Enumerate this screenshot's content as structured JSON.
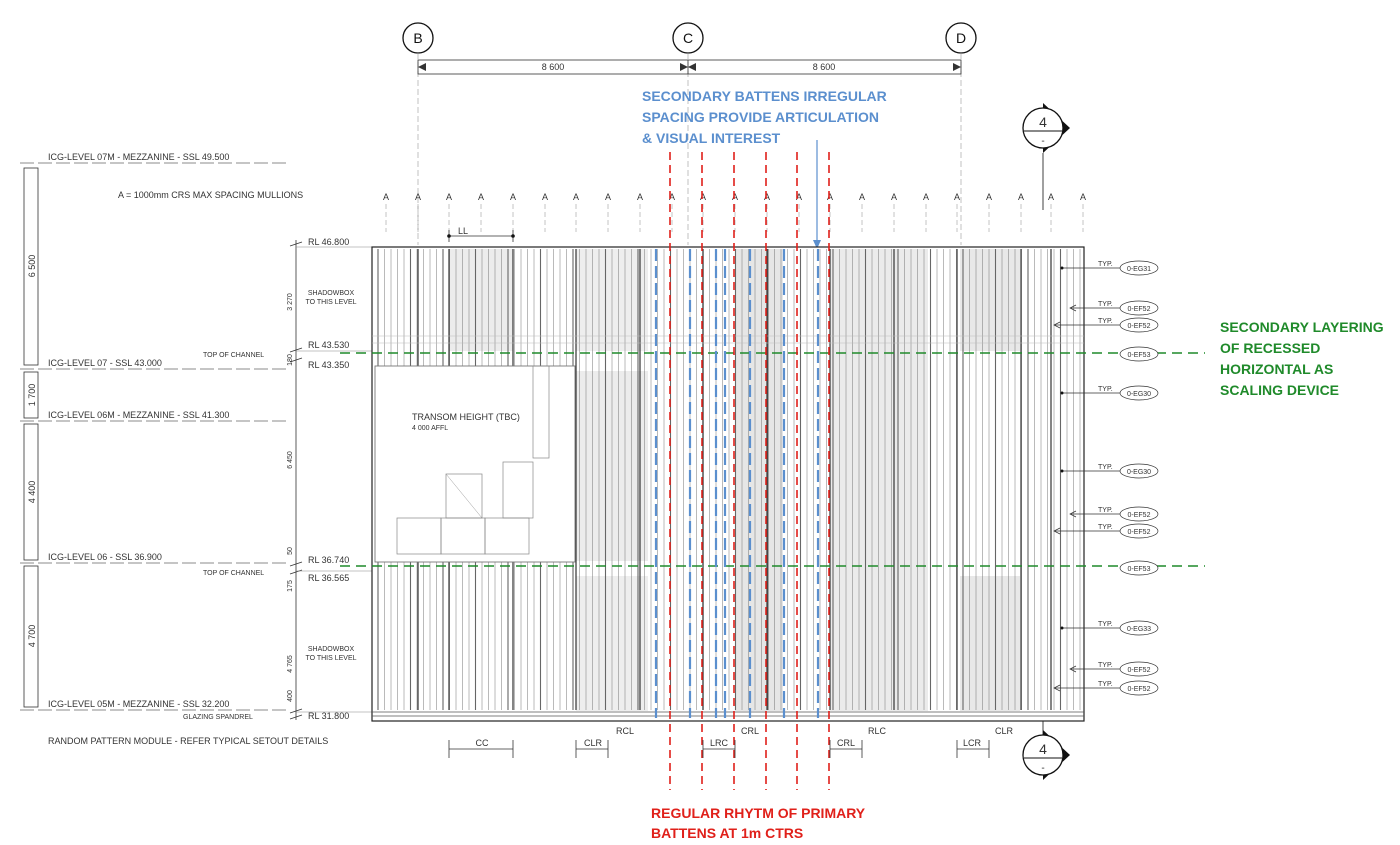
{
  "grid": {
    "b": "B",
    "c": "C",
    "d": "D",
    "dim_bc": "8 600",
    "dim_cd": "8 600"
  },
  "annotations": {
    "blue": [
      "SECONDARY BATTENS IRREGULAR",
      "SPACING PROVIDE ARTICULATION",
      "& VISUAL INTEREST"
    ],
    "green": [
      "SECONDARY LAYERING",
      "OF RECESSED",
      "HORIZONTAL AS",
      "SCALING DEVICE"
    ],
    "red": [
      "REGULAR RHYTM OF PRIMARY",
      "BATTENS AT 1m CTRS"
    ]
  },
  "levels": {
    "l07m": "ICG-LEVEL 07M - MEZZANINE -  SSL 49.500",
    "l07": "ICG-LEVEL 07 -  SSL 43.000",
    "l06m": "ICG-LEVEL 06M - MEZZANINE -  SSL 41.300",
    "l06": "ICG-LEVEL 06 -  SSL 36.900",
    "l05m": "ICG-LEVEL 05M - MEZZANINE -  SSL 32.200"
  },
  "mullion_note": "A =  1000mm CRS MAX SPACING MULLIONS",
  "mullion_marker": "A",
  "rl": {
    "r1": "RL 46.800",
    "r2": "RL 43.530",
    "r3": "RL 43.350",
    "r4": "RL 36.740",
    "r5": "RL 36.565",
    "r6": "RL 31.800"
  },
  "left_dims": {
    "d1": "6 500",
    "d2": "1 700",
    "d3": "4 400",
    "d4": "4 700"
  },
  "inner_dims": {
    "d1": "3 270",
    "d2": "180",
    "d3": "6 450",
    "d4": "50",
    "d5": "175",
    "d6": "4 765",
    "d7": "400"
  },
  "notes": {
    "shadowbox": [
      "SHADOWBOX",
      "TO THIS LEVEL"
    ],
    "top_of_channel": "TOP OF CHANNEL",
    "transom": "TRANSOM HEIGHT (TBC)",
    "transom_sub": "4 000 AFFL",
    "glazing_spandrel": "GLAZING SPANDREL",
    "random_pattern": "RANDOM PATTERN MODULE - REFER TYPICAL SETOUT DETAILS"
  },
  "modules": {
    "ll": "LL",
    "cc": "CC",
    "clr": "CLR",
    "rcl": "RCL",
    "lrc": "LRC",
    "crl": "CRL",
    "rlc": "RLC",
    "lcr": "LCR"
  },
  "tags": {
    "typ": "TYP.",
    "eg31": "0-EG31",
    "ef52": "0-EF52",
    "ef53": "0-EF53",
    "eg30": "0-EG30",
    "eg33": "0-EG33"
  },
  "section": {
    "number": "4",
    "sheet": "-"
  }
}
